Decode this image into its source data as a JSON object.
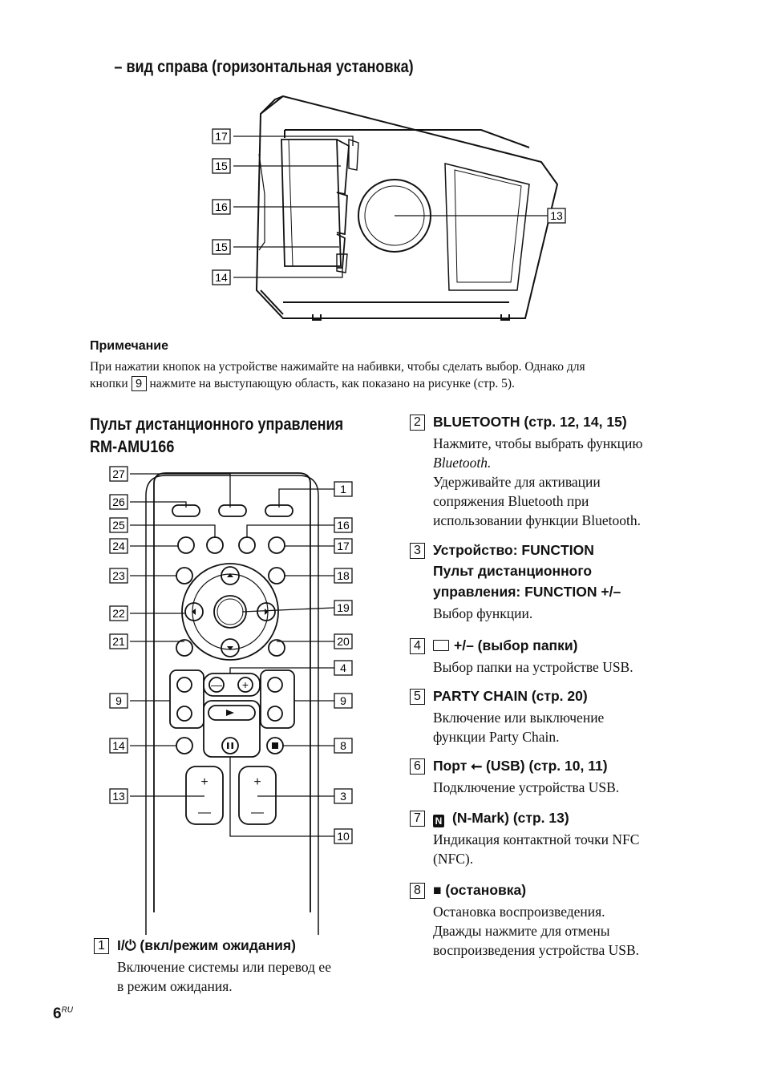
{
  "section_title": "– вид справа (горизонтальная установка)",
  "device_callouts": [
    "17",
    "15",
    "16",
    "15",
    "14",
    "13"
  ],
  "note": {
    "heading": "Примечание",
    "line1": "При нажатии кнопок на устройстве нажимайте на набивки, чтобы сделать выбор. Однако для",
    "line2_pre": "кнопки",
    "line2_box": "9",
    "line2_post": "нажмите на выступающую область, как показано на рисунке (стр. 5)."
  },
  "remote": {
    "title_line1": "Пульт дистанционного управления",
    "title_line2": "RM-AMU166",
    "callouts_left": [
      "27",
      "26",
      "25",
      "24",
      "23",
      "22",
      "21",
      "9",
      "14",
      "13"
    ],
    "callouts_right": [
      "1",
      "16",
      "17",
      "18",
      "19",
      "20",
      "4",
      "9",
      "8",
      "3",
      "10"
    ]
  },
  "items": [
    {
      "num": "1",
      "head": "I/⏻ (вкл/режим ожидания)",
      "body": [
        "Включение системы или перевод ее",
        "в режим ожидания."
      ]
    },
    {
      "num": "2",
      "head": "BLUETOOTH (стр. 12, 14, 15)",
      "body": [
        "Нажмите, чтобы выбрать функцию",
        "Bluetooth.",
        "Удерживайте для активации",
        "сопряжения Bluetooth при",
        "использовании функции Bluetooth."
      ]
    },
    {
      "num": "3",
      "head": "Устройство: FUNCTION",
      "head2": "Пульт дистанционного",
      "head3": "управления: FUNCTION +/–",
      "body": [
        "Выбор функции."
      ]
    },
    {
      "num": "4",
      "head": "+/– (выбор папки)",
      "body": [
        "Выбор папки на устройстве USB."
      ]
    },
    {
      "num": "5",
      "head": "PARTY CHAIN (стр. 20)",
      "body": [
        "Включение или выключение",
        "функции Party Chain."
      ]
    },
    {
      "num": "6",
      "head": "Порт ⭠ (USB) (стр. 10, 11)",
      "body": [
        "Подключение устройства USB."
      ]
    },
    {
      "num": "7",
      "head": "(N-Mark) (стр. 13)",
      "body": [
        "Индикация контактной точки NFC",
        "(NFC)."
      ]
    },
    {
      "num": "8",
      "head": "■ (остановка)",
      "body": [
        "Остановка воспроизведения.",
        "Дважды нажмите для отмены",
        "воспроизведения устройства USB."
      ]
    }
  ],
  "page": {
    "number": "6",
    "suffix": "RU"
  }
}
